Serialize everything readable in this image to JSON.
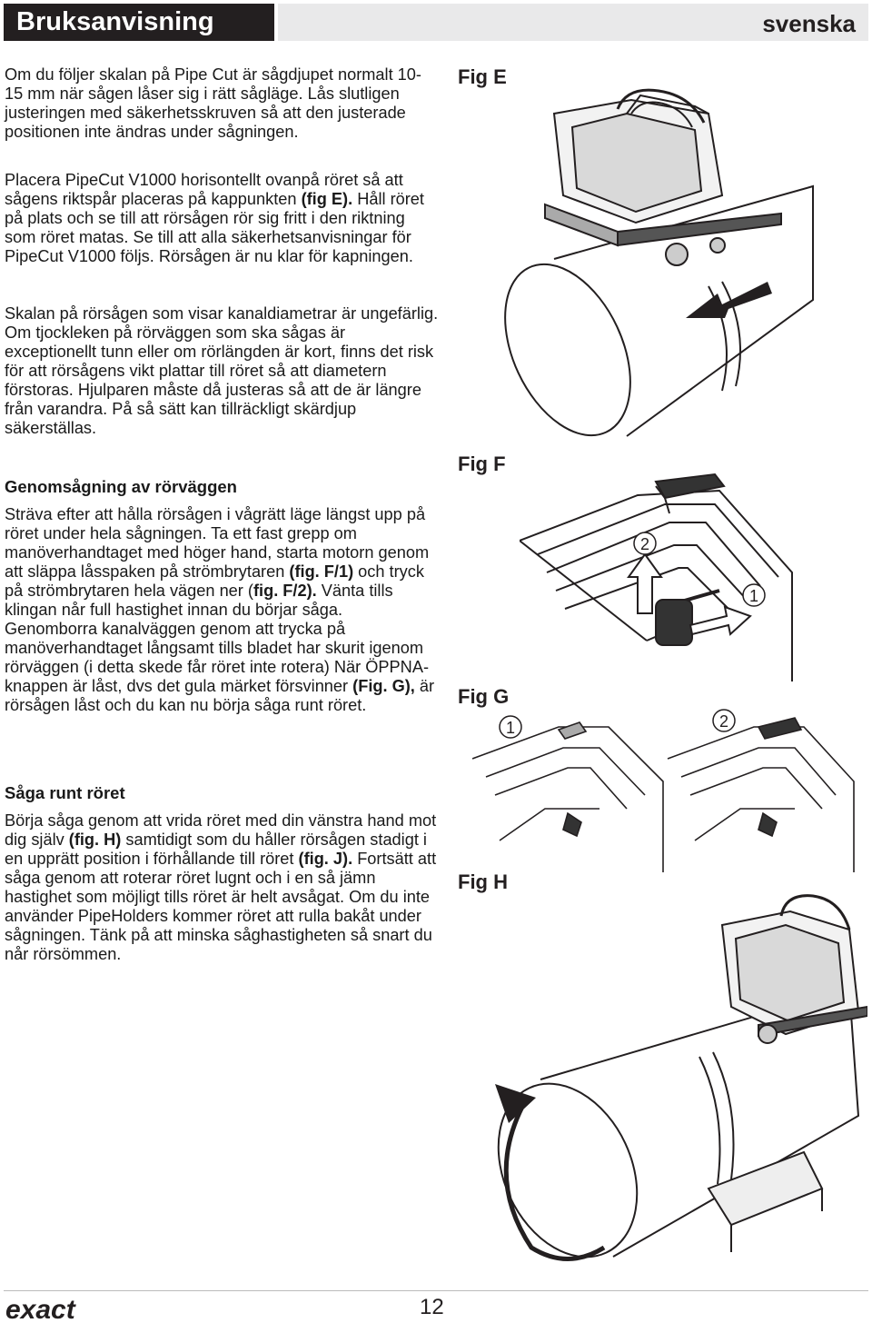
{
  "header": {
    "title": "Bruksanvisning",
    "language": "svenska"
  },
  "blocks": {
    "p1": "Om du följer skalan på Pipe Cut är sågdjupet normalt 10- 15 mm när sågen låser sig i rätt sågläge. Lås slutligen justeringen med säkerhetsskruven så att den justerade positionen inte ändras under sågningen.",
    "p2a": "Placera PipeCut V1000 horisontellt ovanpå röret så att sågens riktspår placeras på kappunkten ",
    "p2b": "(fig E).",
    "p2c": " Håll röret på plats och se till att rörsågen rör sig fritt i den riktning som röret matas. Se till att alla säkerhetsanvisningar för PipeCut V1000 följs. Rörsågen är nu klar för kapningen.",
    "p3": "Skalan på rörsågen som visar kanaldiametrar är ungefärlig. Om tjockleken på rörväggen som ska sågas är exceptionellt tunn eller om rörlängden är kort, finns det risk för att rörsågens vikt plattar till röret så att diametern förstoras. Hjulparen måste då justeras så att de är längre från varandra. På så sätt kan tillräckligt skärdjup säkerställas.",
    "h1": "Genomsågning av rörväggen",
    "p4a": "Sträva efter att hålla rörsågen i vågrätt läge längst upp på röret under hela sågningen. Ta ett fast grepp om manöverhandtaget med höger hand, starta motorn genom att släppa låsspaken på strömbrytaren ",
    "p4b": "(fig. F/1)",
    "p4c": " och tryck på strömbrytaren hela vägen ner (",
    "p4d": "fig. F/2).",
    "p4e": " Vänta tills klingan når full hastighet innan du börjar såga. Genomborra kanalväggen genom att trycka på manöverhandtaget långsamt tills bladet har skurit igenom rörväggen (i detta skede får röret inte rotera) När ÖPPNA-knappen är låst, dvs det gula märket försvinner ",
    "p4f": "(Fig. G),",
    "p4g": " är rörsågen låst och du kan nu börja såga runt röret.",
    "h2": "Såga runt röret",
    "p5a": "Börja såga genom att vrida röret med din vänstra hand mot dig själv ",
    "p5b": "(fig. H)",
    "p5c": " samtidigt som du håller rörsågen stadigt i en upprätt position i förhållande till röret ",
    "p5d": "(fig. J).",
    "p5e": " Fortsätt att såga genom att roterar röret lugnt och i en så jämn hastighet som möjligt tills röret är helt avsågat. Om du inte använder PipeHolders kommer röret att rulla bakåt under sågningen. Tänk på att minska såghastigheten så snart du når rörsömmen."
  },
  "figures": {
    "e": "Fig E",
    "f": "Fig F",
    "g": "Fig G",
    "h": "Fig H",
    "f_marker_1": "1",
    "f_marker_2": "2",
    "g_marker_1": "1",
    "g_marker_2": "2"
  },
  "footer": {
    "logo": "exact",
    "page": "12"
  }
}
